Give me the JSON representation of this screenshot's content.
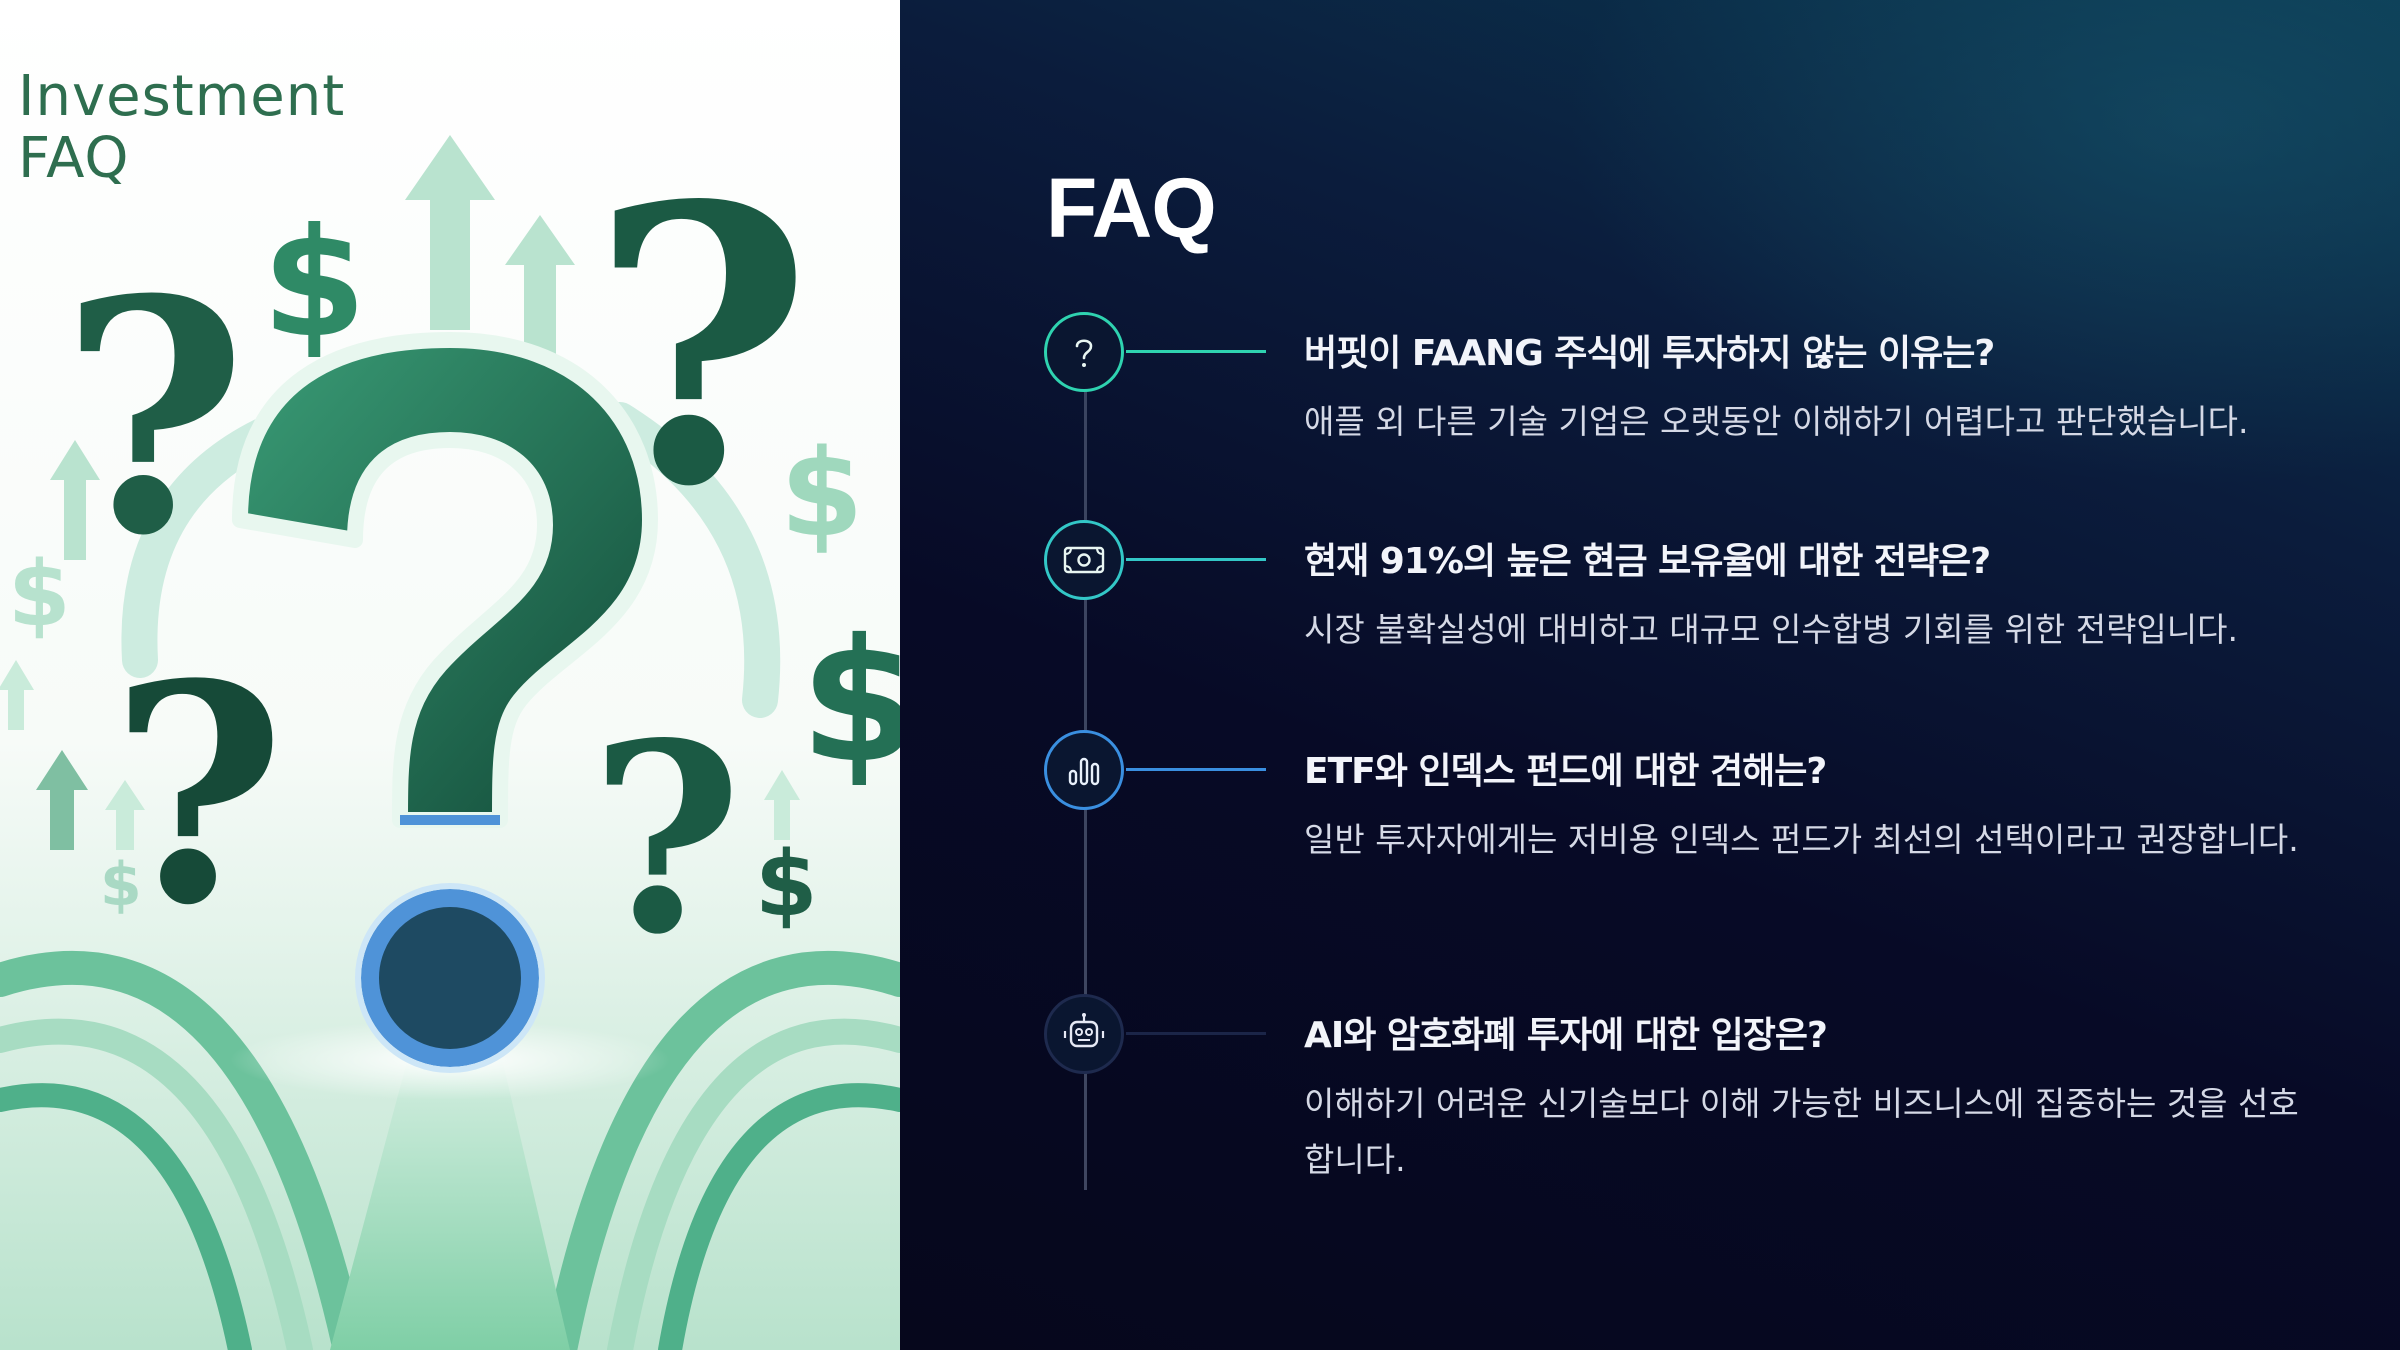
{
  "illustration": {
    "title": "Investment\nFAQ",
    "palette": {
      "dark_green": "#1f5e47",
      "mid_green": "#2f8a66",
      "light_green": "#a7dcc2",
      "blue": "#4f93d8"
    },
    "motifs": [
      "question-mark",
      "dollar-sign",
      "up-arrow",
      "road"
    ]
  },
  "faq": {
    "heading": "FAQ",
    "items": [
      {
        "icon": "question-circle-icon",
        "accent": "#2fd3b0",
        "question": "버핏이 FAANG 주식에 투자하지 않는 이유는?",
        "answer": "애플 외 다른 기술 기업은 오랫동안 이해하기 어렵다고 판단했습니다."
      },
      {
        "icon": "banknote-icon",
        "accent": "#33c7c7",
        "question": "현재 91%의 높은 현금 보유율에 대한 전략은?",
        "answer": "시장 불확실성에 대비하고 대규모 인수합병 기회를 위한 전략입니다."
      },
      {
        "icon": "bar-chart-icon",
        "accent": "#3a8fe0",
        "question": "ETF와 인덱스 펀드에 대한 견해는?",
        "answer": "일반 투자자에게는 저비용 인덱스 펀드가 최선의 선택이라고 권장합니다."
      },
      {
        "icon": "robot-icon",
        "accent": "#2a3a66",
        "question": "AI와 암호화폐 투자에 대한 입장은?",
        "answer": "이해하기 어려운 신기술보다 이해 가능한 비즈니스에 집중하는 것을 선호합니다."
      }
    ]
  }
}
